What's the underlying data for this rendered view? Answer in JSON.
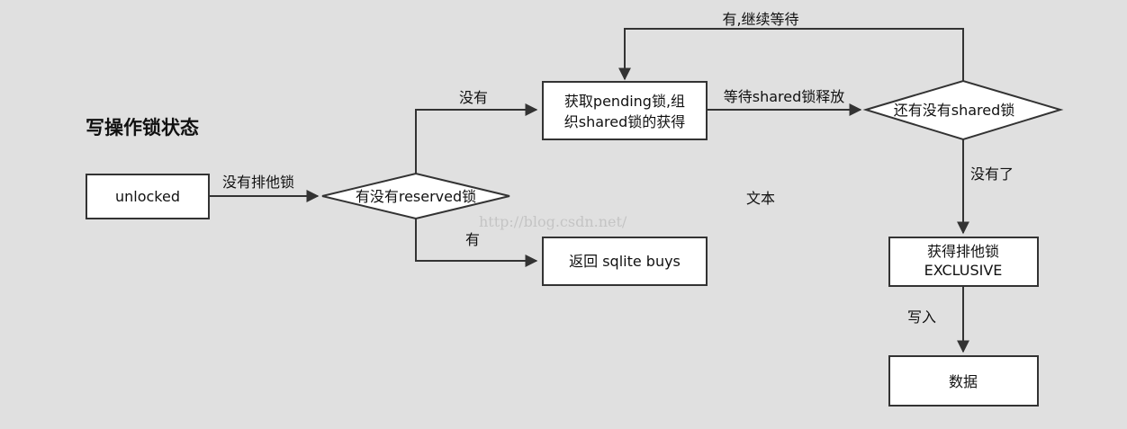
{
  "title": "写操作锁状态",
  "nodes": {
    "unlocked": "unlocked",
    "reserved_check": "有没有reserved锁",
    "pending_line1": "获取pending锁,组",
    "pending_line2": "织shared锁的获得",
    "return_busy": "返回 sqlite buys",
    "shared_check": "还有没有shared锁",
    "exclusive_line1": "获得排他锁",
    "exclusive_line2": "EXCLUSIVE",
    "data": "数据"
  },
  "edge_labels": {
    "no_exclusive": "没有排他锁",
    "no": "没有",
    "yes": "有",
    "wait_shared_release": "等待shared锁释放",
    "yes_continue_wait": "有,继续等待",
    "none_left": "没有了",
    "write_in": "写入"
  },
  "floating_text": "文本",
  "watermark": "http://blog.csdn.net/"
}
